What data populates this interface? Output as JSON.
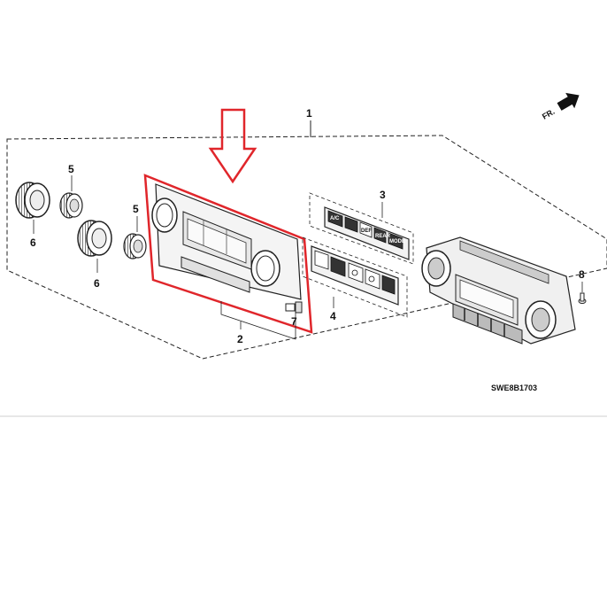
{
  "diagram": {
    "callouts": {
      "assembly": "1",
      "panel": "2",
      "switch_upper": "3",
      "switch_lower": "4",
      "knob_a": "5",
      "knob_b": "5",
      "knob_c": "6",
      "knob_d": "6",
      "bulb": "7",
      "screw": "8"
    },
    "direction_label": "FR.",
    "diagram_code": "SWE8B1703",
    "highlight_color": "#e0262b",
    "switch_labels": [
      "A/C",
      "",
      "REAR",
      "DEF",
      "MODE"
    ]
  }
}
